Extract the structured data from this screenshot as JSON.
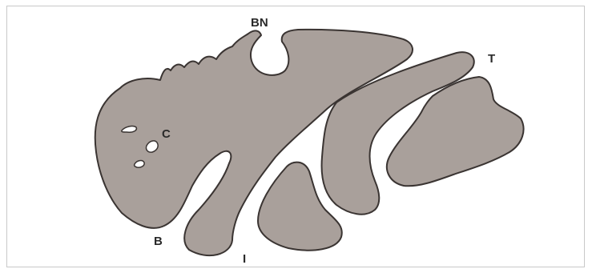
{
  "labels": {
    "bn": "BN",
    "t": "T",
    "c": "C",
    "b": "B",
    "i": "I"
  },
  "colors": {
    "lobe_fill": "#a9a09b",
    "outline": "#3a3432",
    "background": "#ffffff"
  }
}
